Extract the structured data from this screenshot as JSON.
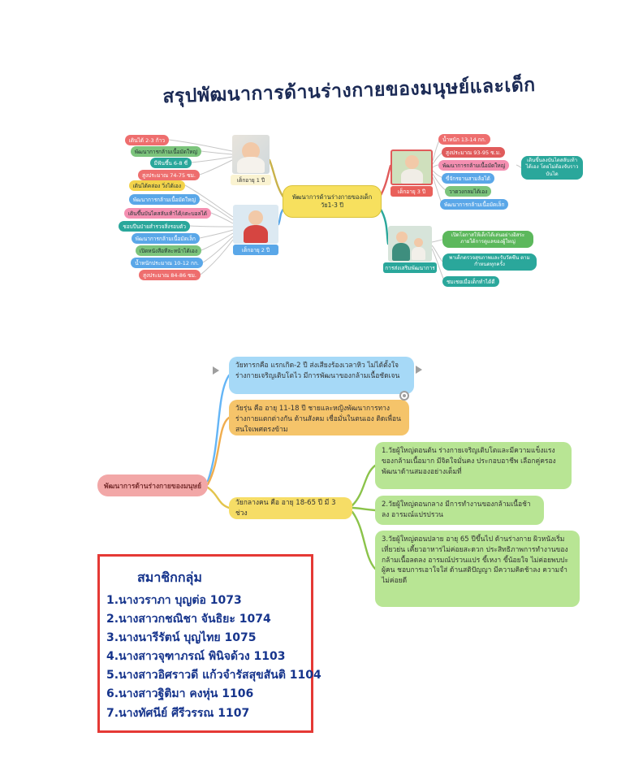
{
  "page": {
    "title": "สรุปพัฒนาการด้านร่างกายของมนุษย์และเด็ก"
  },
  "palette": {
    "title_text": "#1b2a55",
    "member_text": "#16348c",
    "member_box_border": "#e53935",
    "yellow": "#f7e05e",
    "orange": "#f5c46a",
    "light_blue": "#a6d9f7",
    "blue": "#5aa7e8",
    "red": "#e05b5b",
    "pink": "#f48fb1",
    "salmon": "#f2a7a7",
    "green": "#7cc47c",
    "light_green": "#b8e594",
    "teal": "#2aa79b"
  },
  "top_map": {
    "center_label": "พัฒนาการด้านร่างกายของเด็ก วัย1-3 ปี",
    "age1": {
      "caption": "เด็กอายุ 1 ปี",
      "nodes": [
        "เดินได้ 2-3 ก้าว",
        "พัฒนาการกล้ามเนื้อมัดใหญ่",
        "มีฟันขึ้น 6-8 ซี่",
        "สูงประมาณ 74-75 ซม."
      ]
    },
    "age2": {
      "caption": "เด็กอายุ 2 ปี",
      "nodes": [
        "เดินได้คล่อง วิ่งได้เอง",
        "พัฒนาการกล้ามเนื้อมัดใหญ่",
        "เดินขึ้นบันไดสลับเท้าได้/เตะบอลได้",
        "ชอบปีนป่ายสำรวจสิ่งรอบตัว",
        "พัฒนาการกล้ามเนื้อมัดเล็ก",
        "เปิดหนังสือทีละหน้าได้เอง",
        "น้ำหนักประมาณ 10-12 กก.",
        "สูงประมาณ 84-86 ซม."
      ]
    },
    "age3": {
      "caption": "เด็กอายุ 3 ปี",
      "nodes": [
        "น้ำหนัก 13-14 กก.",
        "สูงประมาณ 93-95 ซ.ม.",
        "พัฒนาการกล้ามเนื้อมัดใหญ่",
        "เดินขึ้นลงบันไดสลับเท้าได้เอง โดยไม่ต้องจับราวบันได",
        "ขี่จักรยานสามล้อได้",
        "วาดวงกลมได้เอง",
        "พัฒนาการกล้ามเนื้อมัดเล็ก"
      ]
    },
    "promotion": {
      "caption": "การส่งเสริมพัฒนาการ",
      "nodes": [
        "เปิดโอกาสให้เด็กได้เล่นอย่างอิสระ ภายใต้การดูแลของผู้ใหญ่",
        "พาเด็กตรวจสุขภาพและรับวัคซีน ตามกำหนดทุกครั้ง",
        "ชมเชยเมื่อเด็กทำได้ดี"
      ]
    }
  },
  "bottom_map": {
    "center_label": "พัฒนาการด้านร่างกายของมนุษย์",
    "infant": "วัยทารกคือ แรกเกิด-2 ปี ส่งเสียงร้องเวลาหิว ไม่ได้ตั้งใจ ร่างกายเจริญเติบโตไว มีการพัฒนาของกล้ามเนื้อชัดเจน",
    "teen": "วัยรุ่น คือ อายุ 11-18 ปี ชายและหญิงพัฒนาการทางร่างกายแตกต่างกัน ด้านสังคม เชื่อมั่นในตนเอง ติดเพื่อน สนใจเพศตรงข้าม",
    "adult": "วัยกลางคน คือ อายุ 18-65 ปี มี 3 ช่วง",
    "adult_stages": [
      "1.วัยผู้ใหญ่ตอนต้น ร่างกายเจริญเติบโตและมีความแข็งแรงของกล้ามเนื้อมาก มีจิตใจมั่นคง ประกอบอาชีพ เลือกคู่ครอง พัฒนาด้านสมองอย่างเต็มที่",
      "2.วัยผู้ใหญ่ตอนกลาง มีการทำงานของกล้ามเนื้อช้าลง อารมณ์แปรปรวน",
      "3.วัยผู้ใหญ่ตอนปลาย อายุ 65 ปีขึ้นไป ด้านร่างกาย ผิวหนังเริ่มเหี่ยวย่น เคี้ยวอาหารไม่ค่อยสะดวก ประสิทธิภาพการทำงานของกล้ามเนื้อลดลง อารมณ์ปรวนแปร ขี้เหงา ขี้น้อยใจ ไม่ค่อยพบปะผู้คน ชอบการเอาใจใส่ ด้านสติปัญญา มีความคิดช้าลง ความจำไม่ค่อยดี"
    ]
  },
  "members": {
    "title": "สมาชิกกลุ่ม",
    "list": [
      "1.นางวราภา บุญต่อ 1073",
      "2.นางสาวกชณิชา จันธิยะ 1074",
      "3.นางนารีรัตน์ บุญไทย 1075",
      "4.นางสาวจุฑาภรณ์ พินิจด้วง 1103",
      "5.นางสาวอิศราวดี แก้วจำรัสสุขสันติ 1104",
      "6.นางสาวฐิติมา คงหุ่น 1106",
      "7.นางทัศนีย์ ศีรีวรรณ 1107"
    ]
  }
}
